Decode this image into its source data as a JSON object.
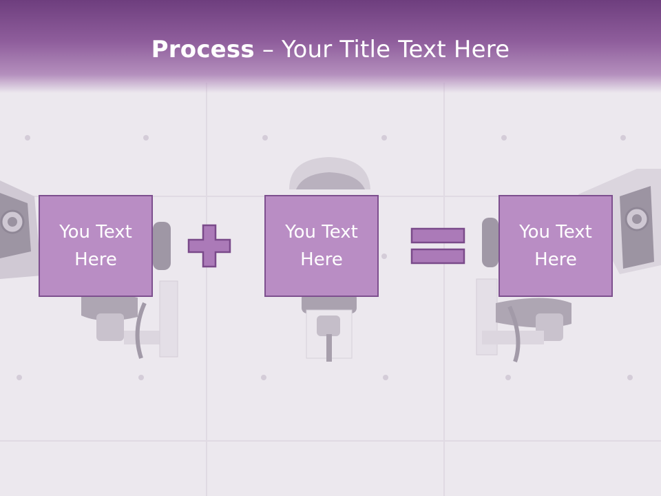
{
  "slide": {
    "title_bold": "Process",
    "title_dash": " – ",
    "title_rest": "Your Title Text Here"
  },
  "process": {
    "boxes": [
      {
        "text": "You Text Here"
      },
      {
        "text": "You Text Here"
      },
      {
        "text": "You Text Here"
      }
    ],
    "operators": [
      "plus-icon",
      "equals-icon"
    ]
  },
  "colors": {
    "header": "#7a4a8a",
    "box_fill": "#b98dc4",
    "box_border": "#7d4f8e",
    "operator_fill": "#ab7ab8",
    "operator_border": "#7a4a8a",
    "background": "#ece8ee"
  }
}
